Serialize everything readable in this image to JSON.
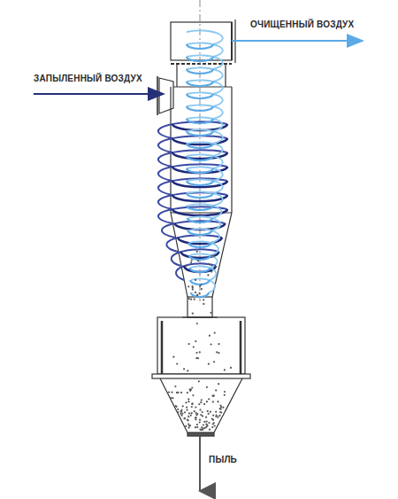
{
  "diagram": {
    "labels": [
      "ОЧИЩЕННЫЙ ВОЗДУХ",
      "ЗАПЫЛЕННЫЙ ВОЗДУХ",
      "ПЫЛЬ"
    ]
  }
}
